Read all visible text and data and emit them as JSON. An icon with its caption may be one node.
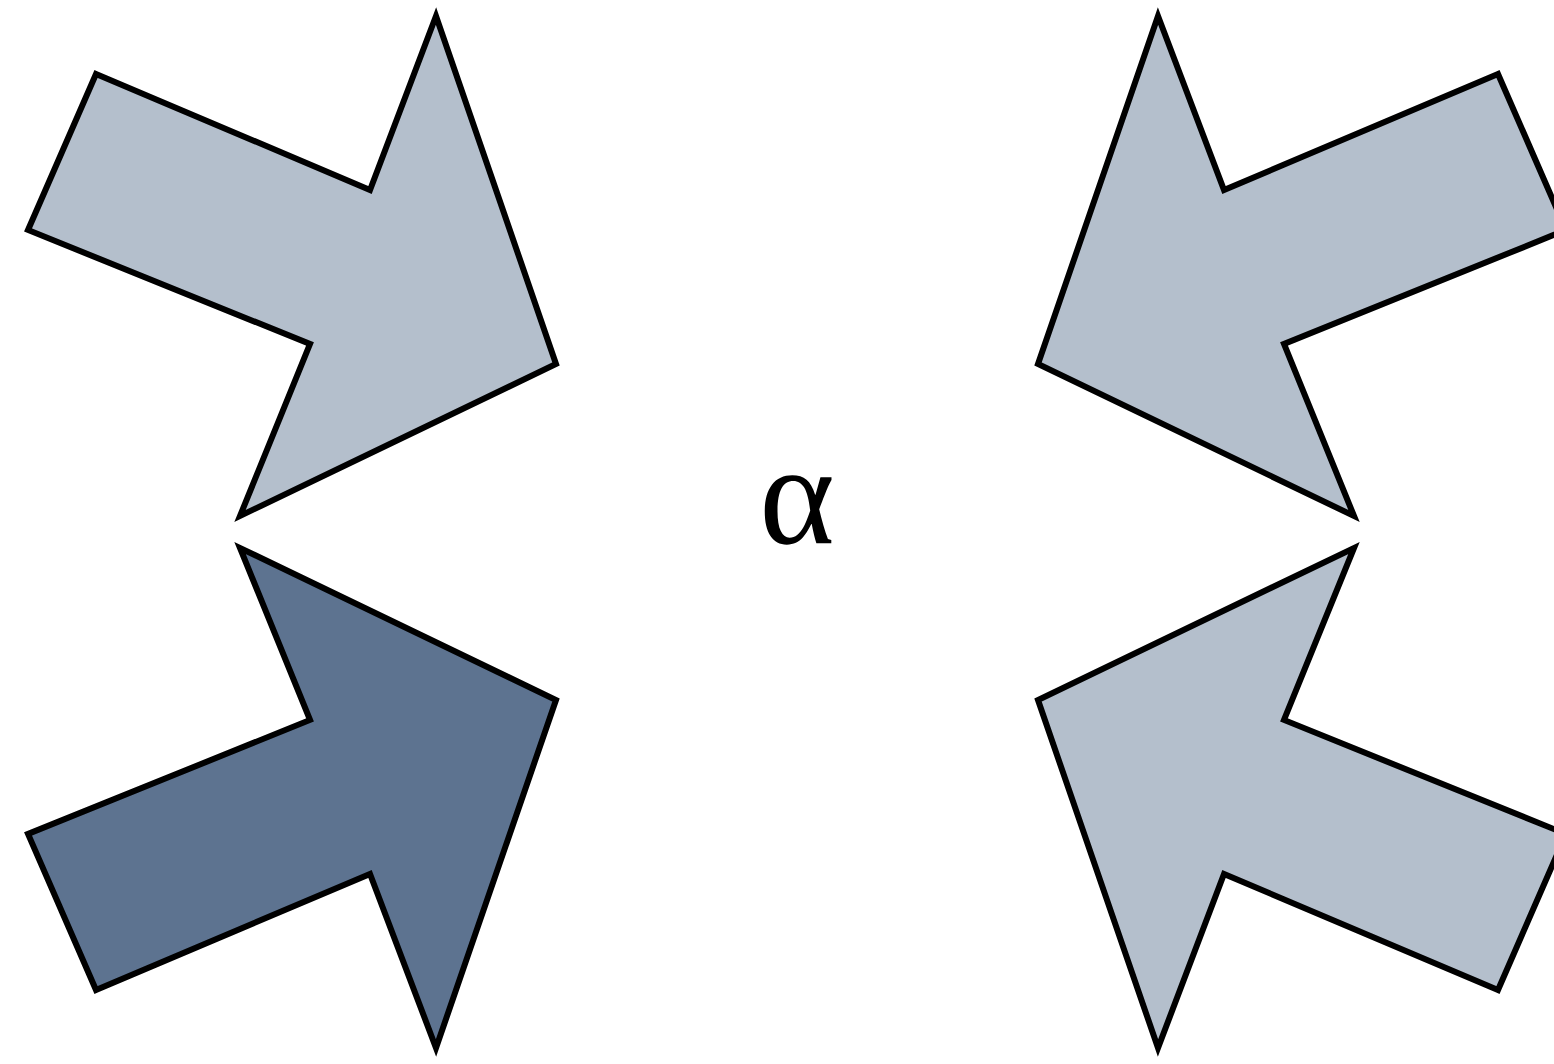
{
  "diagram": {
    "nodes": [
      {
        "text": [],
        "shape": "arrow"
      },
      {
        "text": [],
        "shape": "arrow"
      },
      {
        "text": [],
        "shape": "arrow"
      },
      {
        "text": [],
        "shape": "arrow"
      }
    ],
    "labels": [
      "α"
    ]
  }
}
